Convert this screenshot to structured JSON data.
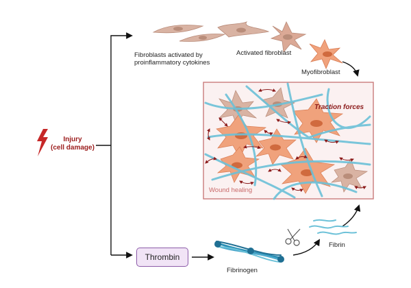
{
  "labels": {
    "fibroblasts_line1": "Fibroblasts activated by",
    "fibroblasts_line2": "proinflammatory cytokines",
    "activated": "Activated fibroblast",
    "myofibroblast": "Myofibroblast",
    "injury_line1": "Injury",
    "injury_line2": "(cell damage)",
    "traction": "Traction forces",
    "wound": "Wound healing",
    "thrombin": "Thrombin",
    "fibrinogen": "Fibrinogen",
    "fibrin": "Fibrin"
  },
  "colors": {
    "fibroblast_fill": "#d9b3a3",
    "fibroblast_stroke": "#b88a78",
    "myofibroblast_fill": "#f0a27c",
    "myofibroblast_stroke": "#d97b52",
    "fiber": "#6cc1d8",
    "box_border": "#c97a7a",
    "box_fill": "#fbf1f1",
    "injury": "#c62828",
    "thrombin_fill": "#f1e4f6",
    "thrombin_border": "#8b5aa8",
    "fibrinogen": "#2a8fb5"
  },
  "icons": [
    "lightning-bolt-icon",
    "scissors-icon"
  ]
}
